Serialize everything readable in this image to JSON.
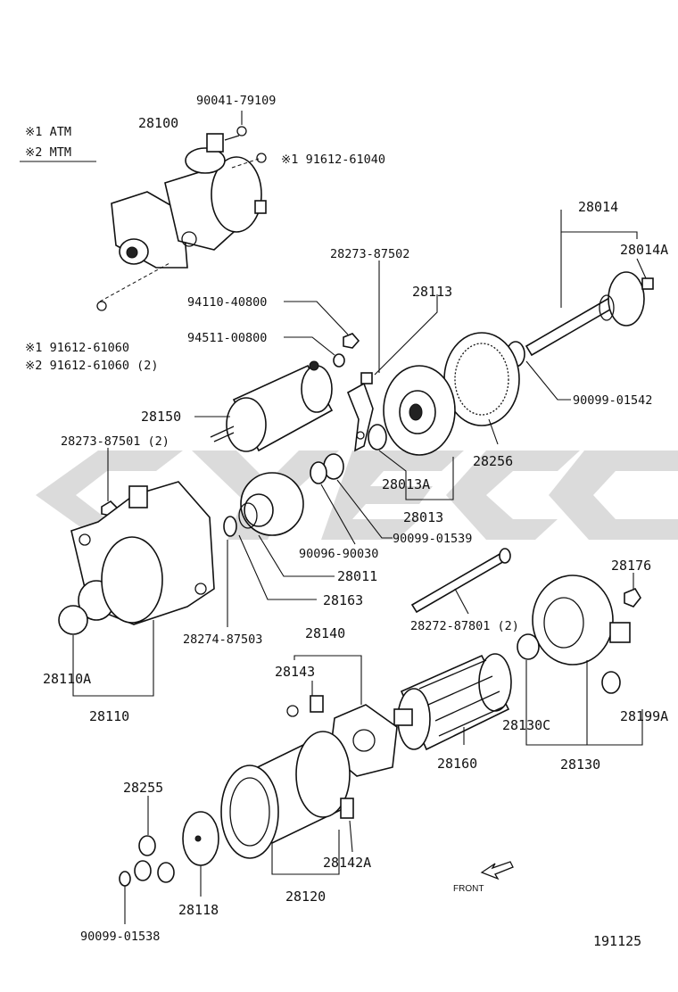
{
  "legend": {
    "note1": "※1  ATM",
    "note2": "※2  MTM"
  },
  "labels": {
    "p28100": "28100",
    "p90041": "90041-79109",
    "p91612a": "※1 91612-61040",
    "p91612b1": "※1  91612-61060",
    "p91612b2": "※2  91612-61060 (2)",
    "p28014": "28014",
    "p28014A": "28014A",
    "p28273b": "28273-87502",
    "p28113": "28113",
    "p94110": "94110-40800",
    "p94511": "94511-00800",
    "p90099a": "90099-01542",
    "p28150": "28150",
    "p28256": "28256",
    "p28273a": "28273-87501 (2)",
    "p28013A": "28013A",
    "p28013": "28013",
    "p90099b": "90099-01539",
    "p90096": "90096-90030",
    "p28011": "28011",
    "p28163": "28163",
    "p28176": "28176",
    "p28274": "28274-87503",
    "p28272": "28272-87801 (2)",
    "p28140": "28140",
    "p28143": "28143",
    "p28110A": "28110A",
    "p28110": "28110",
    "p28130C": "28130C",
    "p28199A": "28199A",
    "p28160": "28160",
    "p28130": "28130",
    "p28255": "28255",
    "p28142A": "28142A",
    "p28118": "28118",
    "p28120": "28120",
    "p90099c": "90099-01538",
    "front": "FRONT",
    "diagram_no": "191125"
  }
}
